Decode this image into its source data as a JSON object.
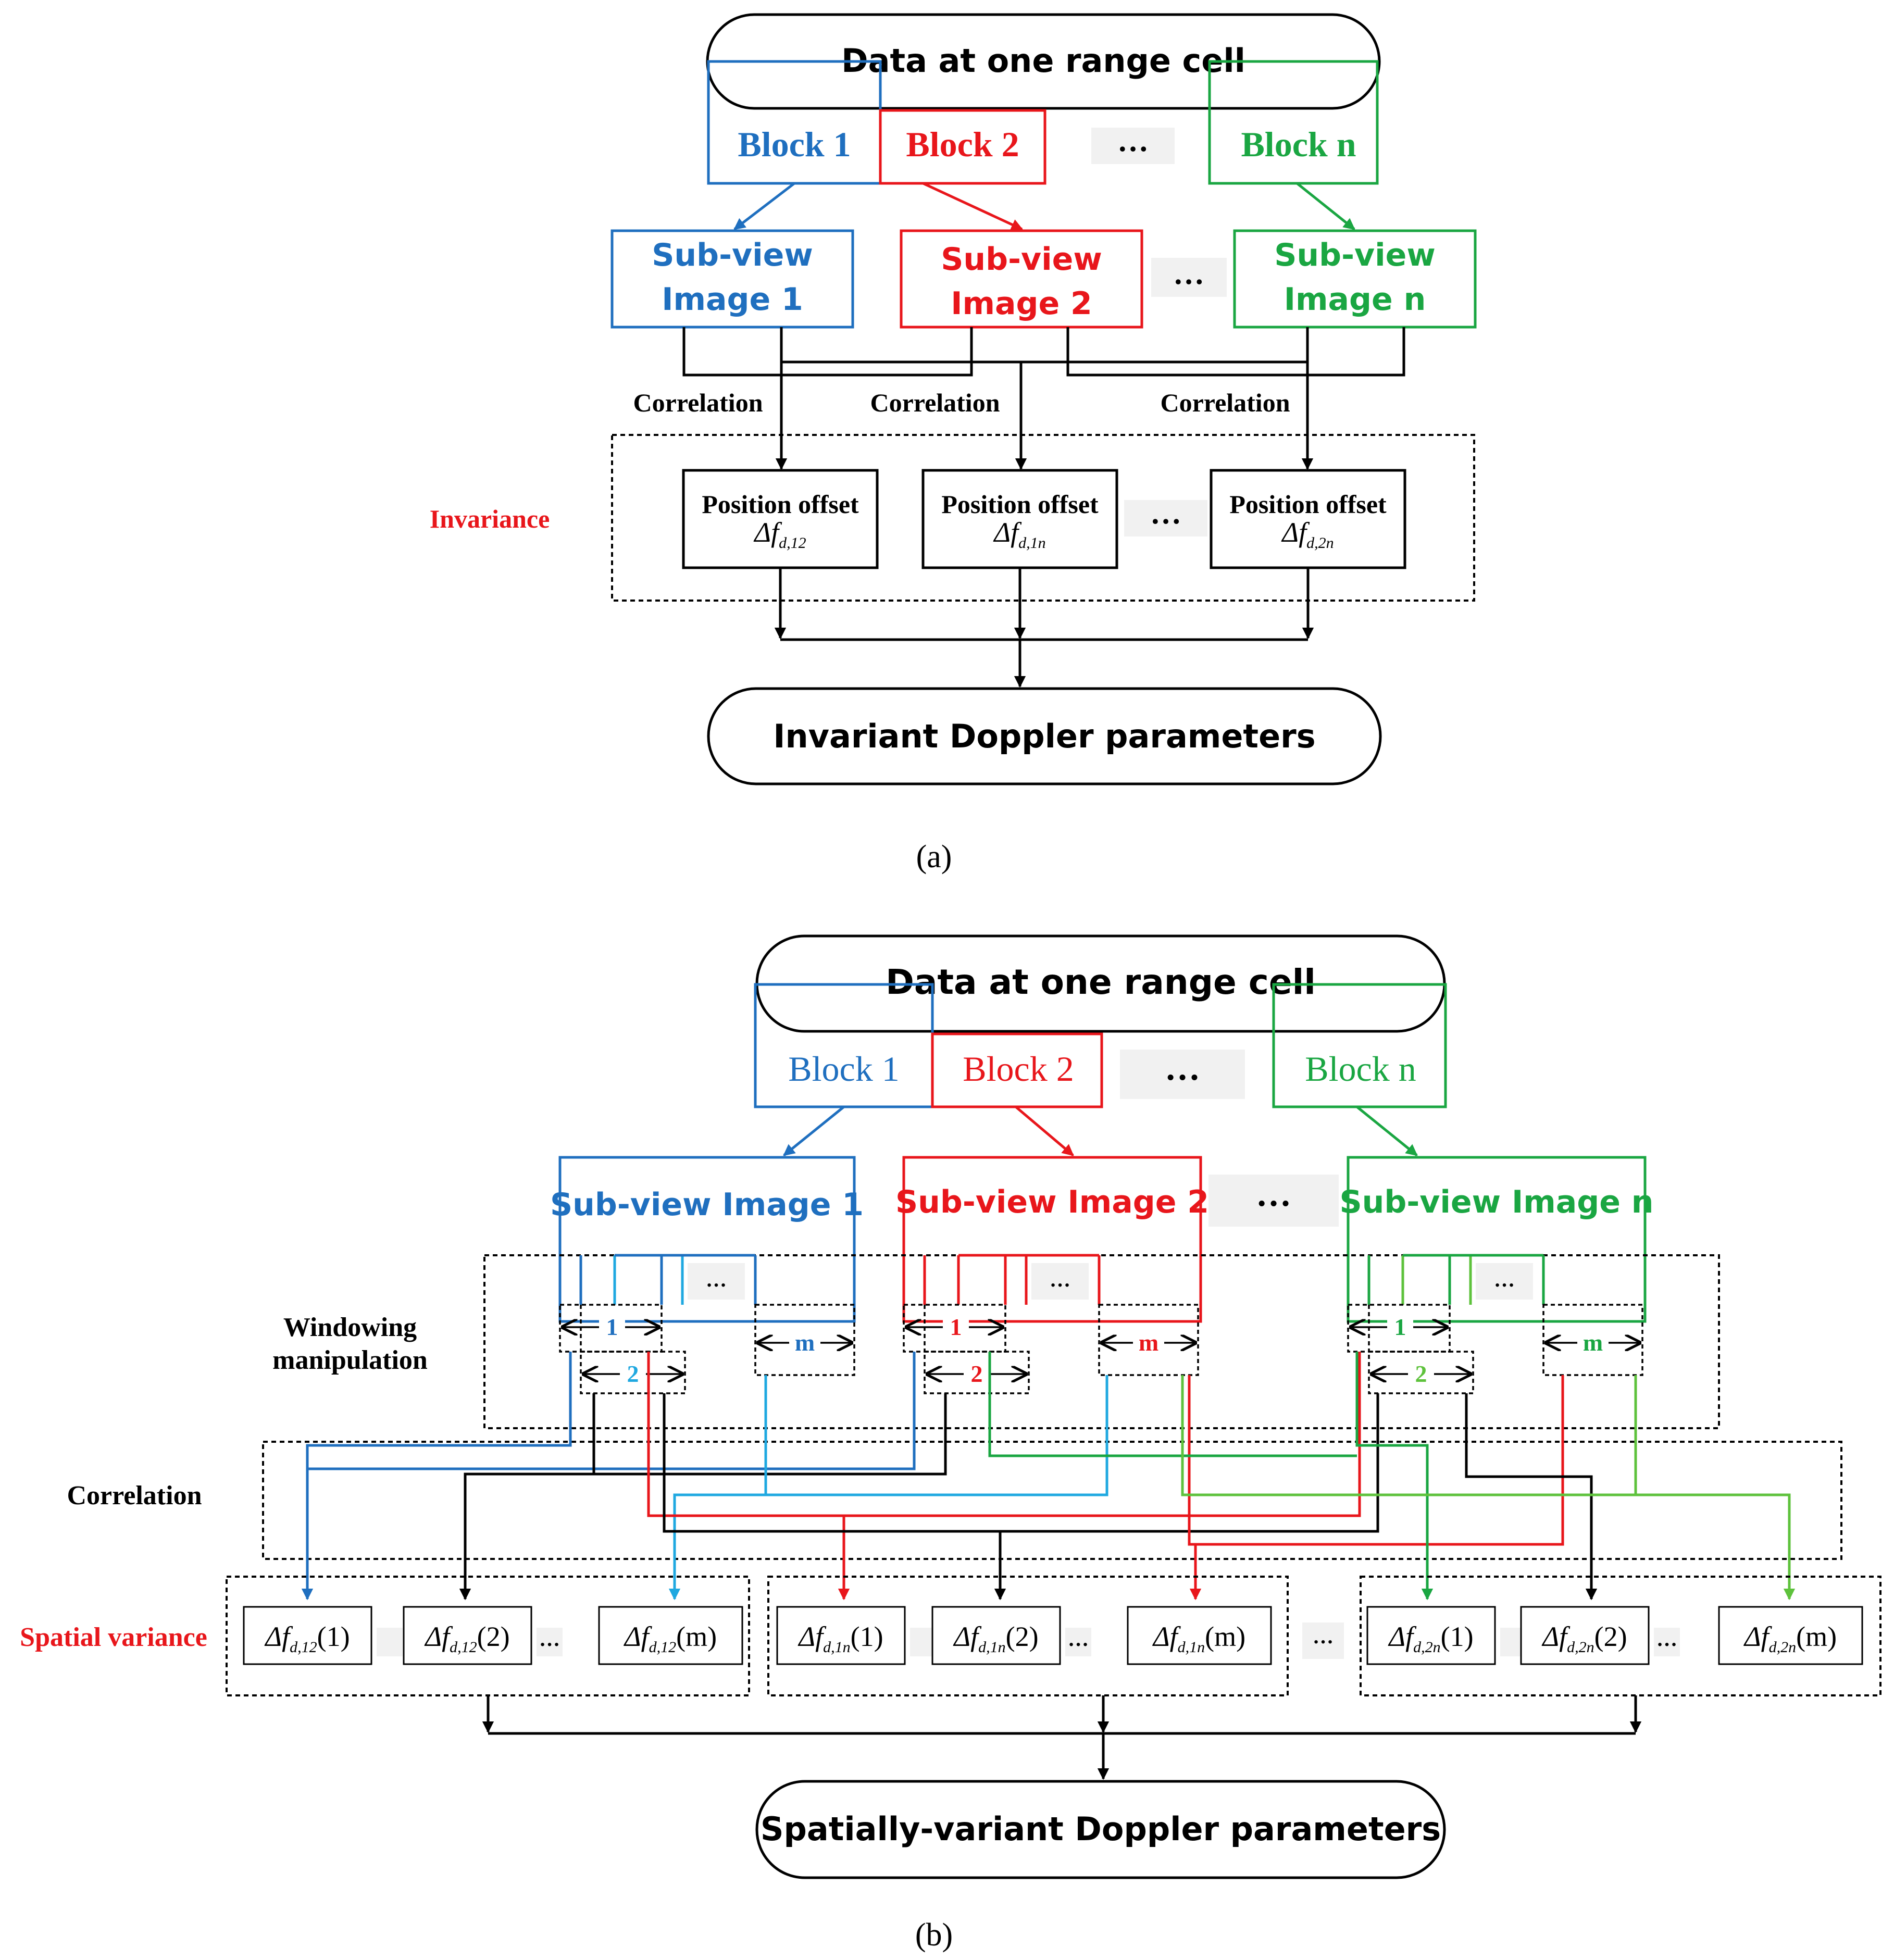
{
  "colors": {
    "blue": "#1f6fbf",
    "red": "#e8161b",
    "green": "#1aa642",
    "lightblue": "#1fa8e0",
    "lightgreen": "#5ec23c",
    "black": "#000000"
  },
  "panel_a": {
    "top": "Data at one range cell",
    "block1": "Block 1",
    "block2": "Block 2",
    "blockn": "Block n",
    "ellipsis": "…",
    "sub1_l1": "Sub-view",
    "sub1_l2": "Image 1",
    "sub2_l1": "Sub-view",
    "sub2_l2": "Image 2",
    "subn_l1": "Sub-view",
    "subn_l2": "Image n",
    "correlation": "Correlation",
    "invariance": "Invariance",
    "position_offset": "Position offset",
    "off1": {
      "base": "Δf",
      "sub": "d,12"
    },
    "off2": {
      "base": "Δf",
      "sub": "d,1n"
    },
    "off3": {
      "base": "Δf",
      "sub": "d,2n"
    },
    "bottom": "Invariant Doppler parameters",
    "caption": "(a)"
  },
  "panel_b": {
    "top": "Data at one range cell",
    "block1": "Block 1",
    "block2": "Block 2",
    "blockn": "Block n",
    "ellipsis": "…",
    "sub1": "Sub-view Image 1",
    "sub2": "Sub-view Image 2",
    "subn": "Sub-view Image n",
    "windowing_l1": "Windowing",
    "windowing_l2": "manipulation",
    "w1": "1",
    "w2": "2",
    "wm": "m",
    "correlation": "Correlation",
    "spatial_variance": "Spatial variance",
    "g1": {
      "sub": "d,12"
    },
    "g2": {
      "sub": "d,1n"
    },
    "g3": {
      "sub": "d,2n"
    },
    "delta_f": "Δf",
    "arg1": "(1)",
    "arg2": "(2)",
    "argm": "(m)",
    "bottom": "Spatially-variant Doppler parameters",
    "caption": "(b)"
  }
}
